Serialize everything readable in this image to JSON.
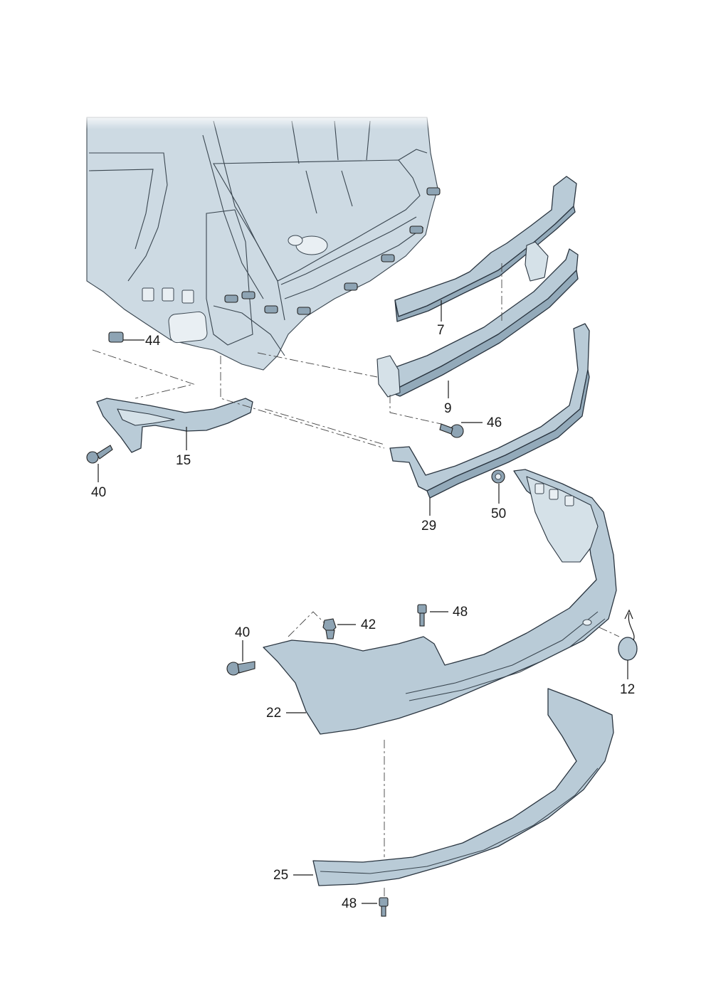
{
  "diagram": {
    "callouts": [
      {
        "id": "c7",
        "label": "7"
      },
      {
        "id": "c9",
        "label": "9"
      },
      {
        "id": "c12",
        "label": "12"
      },
      {
        "id": "c15",
        "label": "15"
      },
      {
        "id": "c22",
        "label": "22"
      },
      {
        "id": "c25",
        "label": "25"
      },
      {
        "id": "c29",
        "label": "29"
      },
      {
        "id": "c40a",
        "label": "40"
      },
      {
        "id": "c40b",
        "label": "40"
      },
      {
        "id": "c42",
        "label": "42"
      },
      {
        "id": "c44",
        "label": "44"
      },
      {
        "id": "c46",
        "label": "46"
      },
      {
        "id": "c48a",
        "label": "48"
      },
      {
        "id": "c48b",
        "label": "48"
      },
      {
        "id": "c50",
        "label": "50"
      }
    ],
    "colors": {
      "part_fill": "#b9cbd7",
      "line": "#2a3540"
    }
  }
}
